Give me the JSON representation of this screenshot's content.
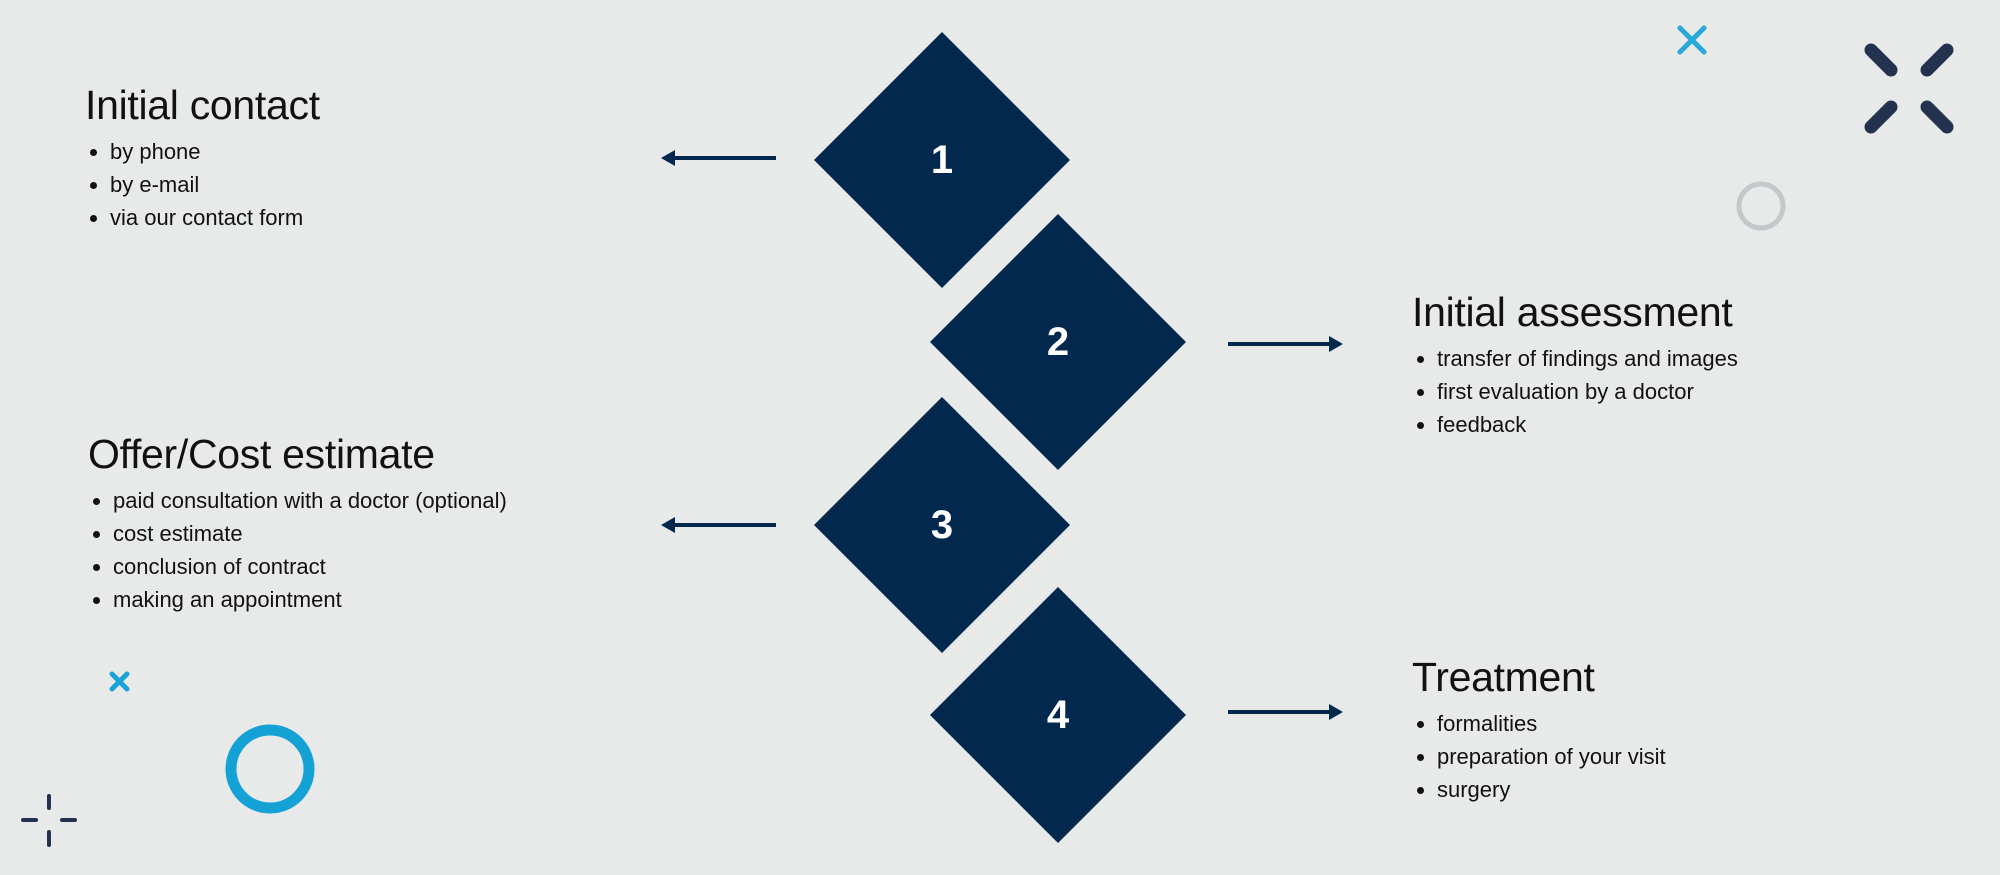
{
  "colors": {
    "background": "#e8eaea",
    "navy": "#03284d",
    "accent_blue": "#1aa3d6",
    "gray_ring": "#c3c8cb",
    "deco_navy": "#23334f"
  },
  "steps": [
    {
      "number": "1",
      "title": "Initial contact",
      "items": [
        "by phone",
        "by e-mail",
        "via our contact form"
      ],
      "direction": "left"
    },
    {
      "number": "2",
      "title": "Initial assessment",
      "items": [
        "transfer of findings and images",
        "first evaluation by a doctor",
        "feedback"
      ],
      "direction": "right"
    },
    {
      "number": "3",
      "title": "Offer/Cost estimate",
      "items": [
        "paid consultation with a doctor (optional)",
        "cost estimate",
        "conclusion of contract",
        "making an appointment"
      ],
      "direction": "left"
    },
    {
      "number": "4",
      "title": "Treatment",
      "items": [
        "formalities",
        "preparation of your visit",
        "surgery"
      ],
      "direction": "right"
    }
  ],
  "decorations": [
    "cross-icon",
    "cross-icon",
    "x-mark-icon",
    "ring-icon",
    "ring-icon",
    "crosshair-icon"
  ]
}
